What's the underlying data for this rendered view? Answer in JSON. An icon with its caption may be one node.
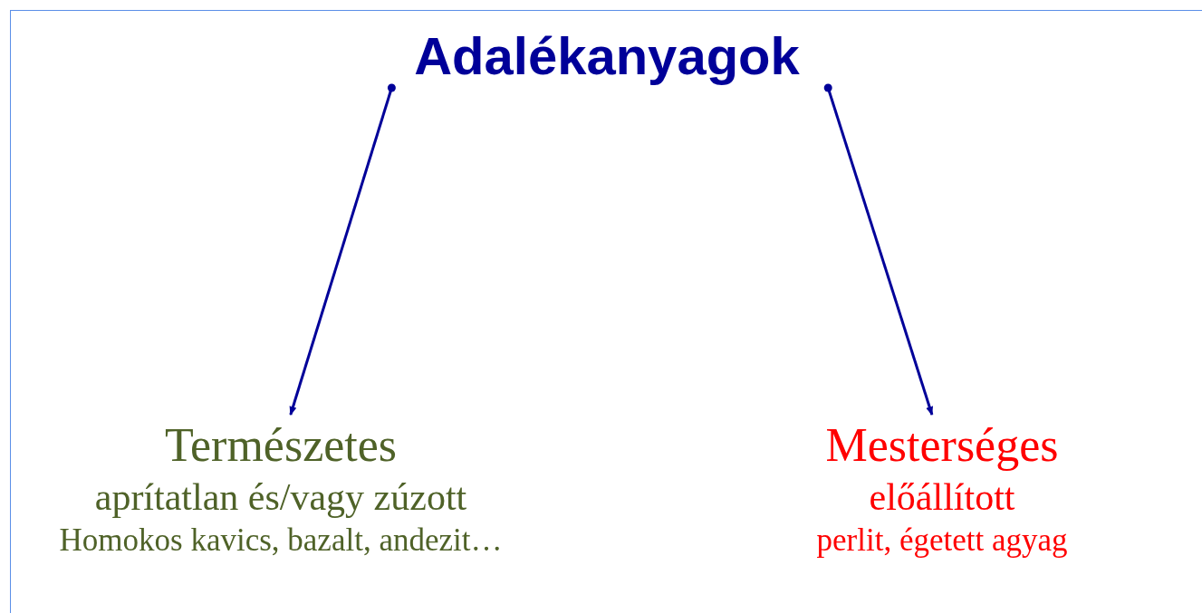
{
  "diagram": {
    "nodes": [
      {
        "text": [
          "Adalékanyagok"
        ]
      },
      {
        "text": [
          "Természetes",
          "aprítatlan és/vagy zúzott",
          "Homokos kavics, bazalt, andezit…"
        ]
      },
      {
        "text": [
          "Mesterséges",
          "előállított",
          "perlit, égetett agyag"
        ]
      }
    ],
    "edges": [
      {
        "from": 0,
        "to": 1,
        "arrow": "to"
      },
      {
        "from": 0,
        "to": 2,
        "arrow": "to"
      }
    ]
  }
}
